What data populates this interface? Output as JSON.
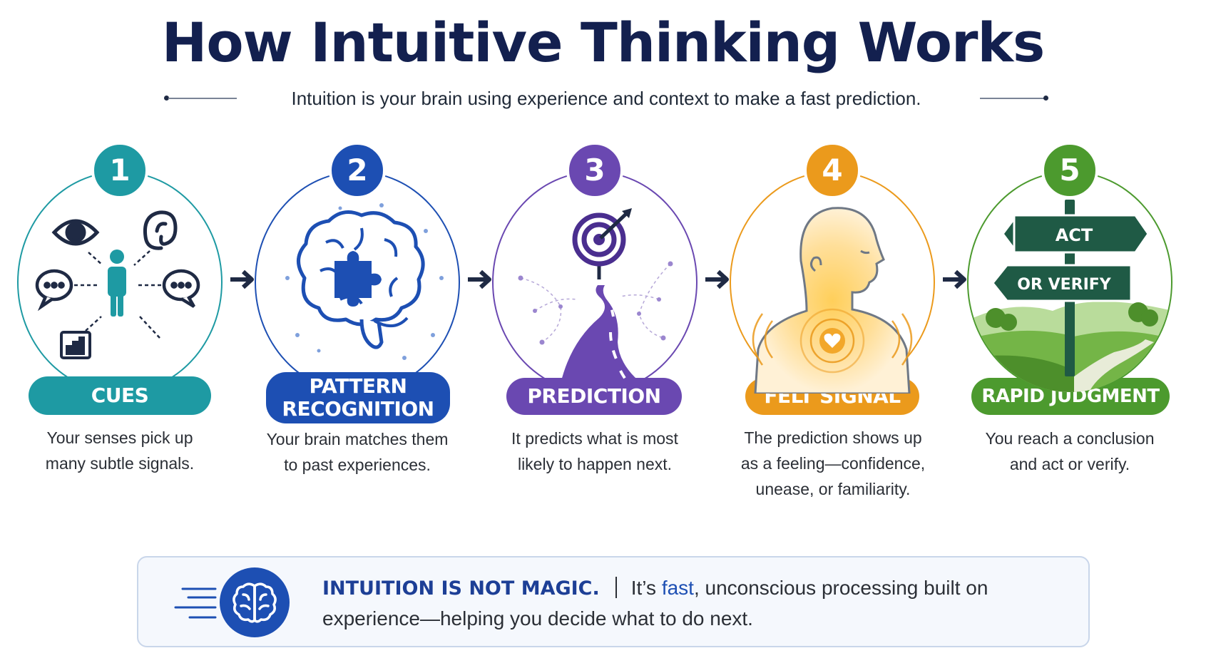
{
  "title": "How Intuitive Thinking Works",
  "subtitle": "Intuition is your brain using experience and context to make a fast prediction.",
  "steps": [
    {
      "number": "1",
      "label": "CUES",
      "description": "Your senses pick up\nmany subtle signals.",
      "color": "#1e9aa3"
    },
    {
      "number": "2",
      "label": "PATTERN RECOGNITION",
      "description": "Your brain matches them\nto past experiences.",
      "color": "#1d4fb3"
    },
    {
      "number": "3",
      "label": "PREDICTION",
      "description": "It predicts what is most\nlikely to happen next.",
      "color": "#6a48b1"
    },
    {
      "number": "4",
      "label": "FELT SIGNAL",
      "description": "The prediction shows up\nas a feeling—confidence,\nunease, or familiarity.",
      "color": "#eb9a1c"
    },
    {
      "number": "5",
      "label": "RAPID JUDGMENT",
      "description": "You reach a conclusion\nand act or verify.",
      "color": "#4c9a2e"
    }
  ],
  "signpost": {
    "top": "ACT",
    "bottom": "OR VERIFY"
  },
  "note": {
    "heading": "INTUITION IS NOT MAGIC.",
    "before": "It’s ",
    "highlight": "fast",
    "after": ", unconscious processing built on experience—helping you decide what to do next."
  },
  "icons": [
    "eye-icon",
    "ear-icon",
    "speech-bubble-icon",
    "person-icon",
    "bar-chart-icon",
    "brain-icon",
    "puzzle-piece-icon",
    "target-icon",
    "road-icon",
    "head-silhouette-icon",
    "heart-icon",
    "signpost-icon",
    "arrow-right-icon"
  ]
}
